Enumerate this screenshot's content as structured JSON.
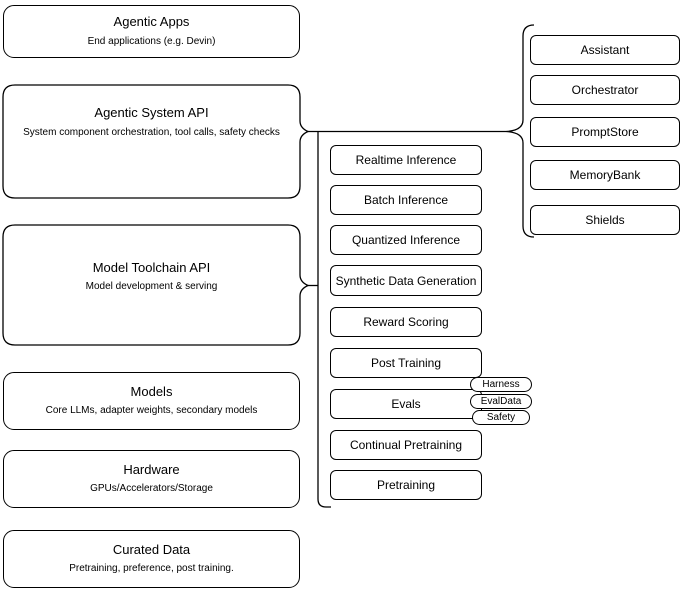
{
  "diagram": {
    "left_column": [
      {
        "title": "Agentic Apps",
        "subtitle": "End applications (e.g. Devin)"
      },
      {
        "title": "Agentic System API",
        "subtitle": "System component orchestration, tool calls, safety checks"
      },
      {
        "title": "Model Toolchain API",
        "subtitle": "Model development & serving"
      },
      {
        "title": "Models",
        "subtitle": "Core LLMs, adapter weights, secondary models"
      },
      {
        "title": "Hardware",
        "subtitle": "GPUs/Accelerators/Storage"
      },
      {
        "title": "Curated Data",
        "subtitle": "Pretraining, preference, post training."
      }
    ],
    "toolchain_components": [
      "Realtime Inference",
      "Batch Inference",
      "Quantized Inference",
      "Synthetic Data Generation",
      "Reward Scoring",
      "Post Training",
      "Evals",
      "Continual Pretraining",
      "Pretraining"
    ],
    "evals_tags": [
      "Harness",
      "EvalData",
      "Safety"
    ],
    "agentic_components": [
      "Assistant",
      "Orchestrator",
      "PromptStore",
      "MemoryBank",
      "Shields"
    ],
    "colors": {
      "border": "#000000",
      "background": "#ffffff",
      "text": "#000000"
    }
  }
}
